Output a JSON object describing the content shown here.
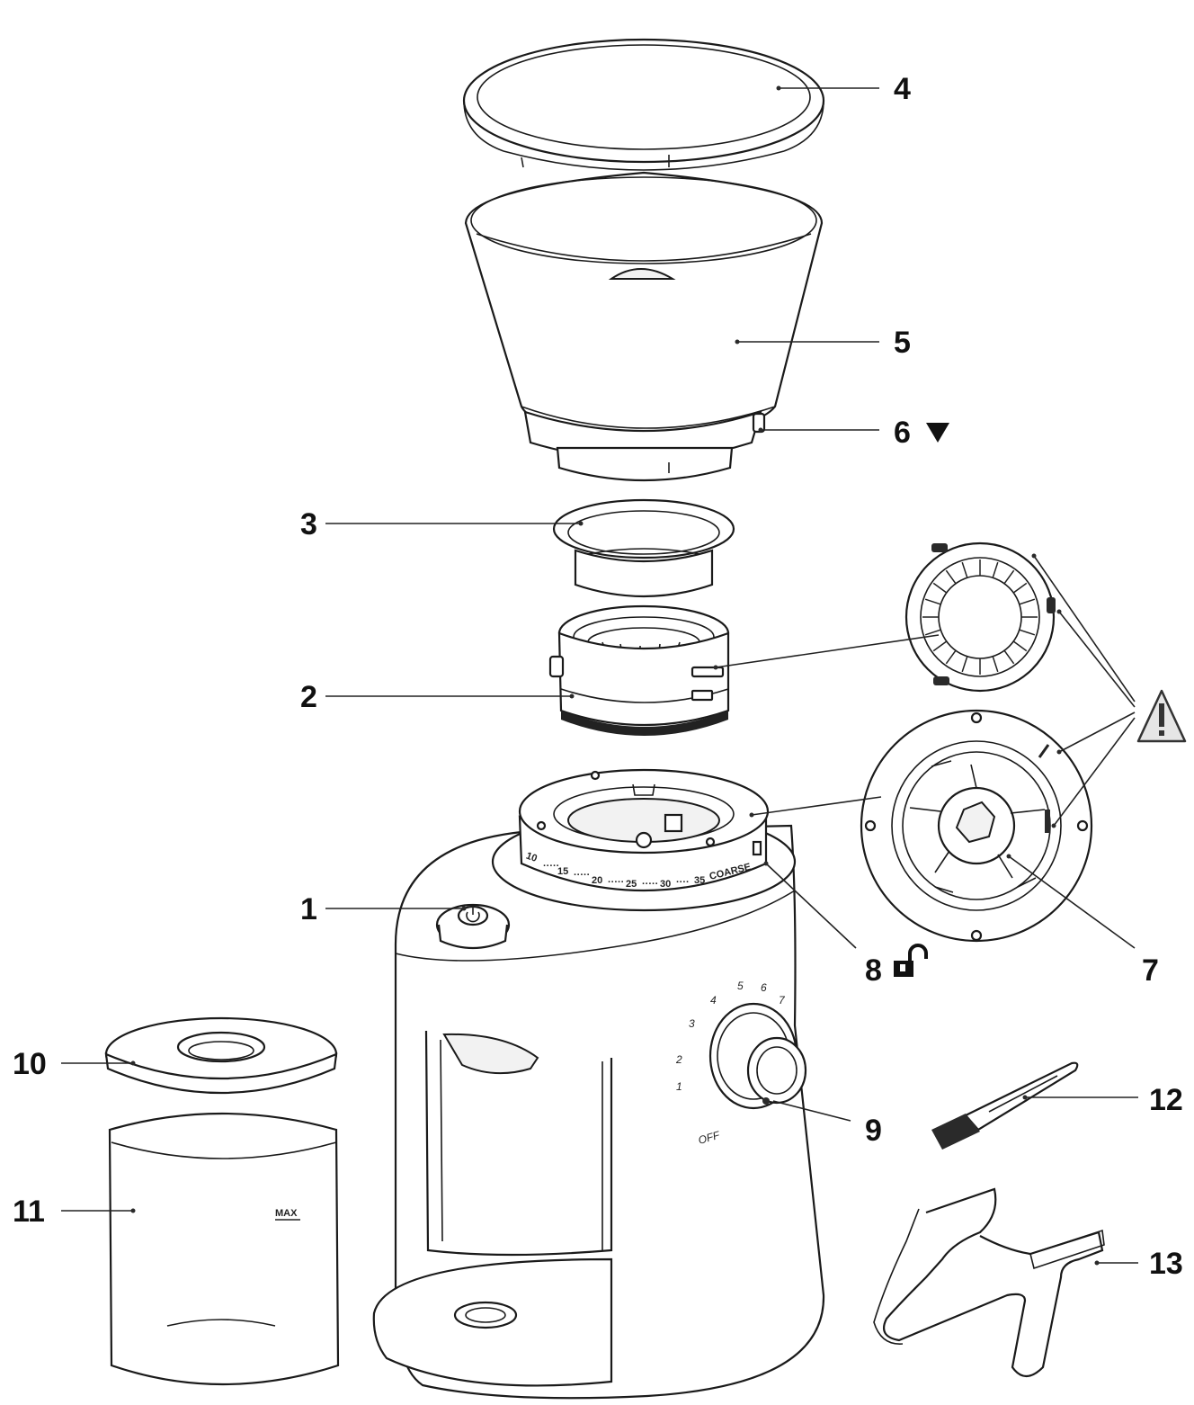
{
  "callouts": [
    "1",
    "2",
    "3",
    "4",
    "5",
    "6",
    "7",
    "8",
    "9",
    "10",
    "11",
    "12",
    "13"
  ],
  "grind_scale": {
    "ticks": [
      "10",
      "15",
      "20",
      "25",
      "30",
      "35"
    ],
    "coarse_label": "COARSE"
  },
  "dial": {
    "numbers": [
      "1",
      "2",
      "3",
      "4",
      "5",
      "6",
      "7"
    ],
    "off_label": "OFF"
  },
  "container": {
    "max_label": "MAX"
  },
  "icons": {
    "triangle_marker": "down-triangle-icon",
    "unlock": "unlocked-padlock-icon",
    "warning": "warning-triangle-icon"
  }
}
